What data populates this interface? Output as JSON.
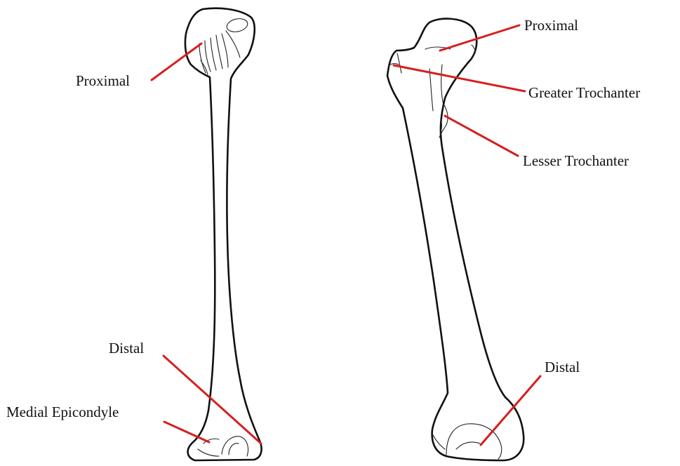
{
  "diagram": {
    "colors": {
      "outline": "#111111",
      "leader": "#d61f1f",
      "text": "#111111",
      "background": "#ffffff"
    },
    "humerus": {
      "labels": {
        "proximal": "Proximal",
        "distal": "Distal",
        "medial_epicondyle": "Medial Epicondyle"
      }
    },
    "femur": {
      "labels": {
        "proximal": "Proximal",
        "greater_trochanter": "Greater Trochanter",
        "lesser_trochanter": "Lesser Trochanter",
        "distal": "Distal"
      }
    }
  }
}
